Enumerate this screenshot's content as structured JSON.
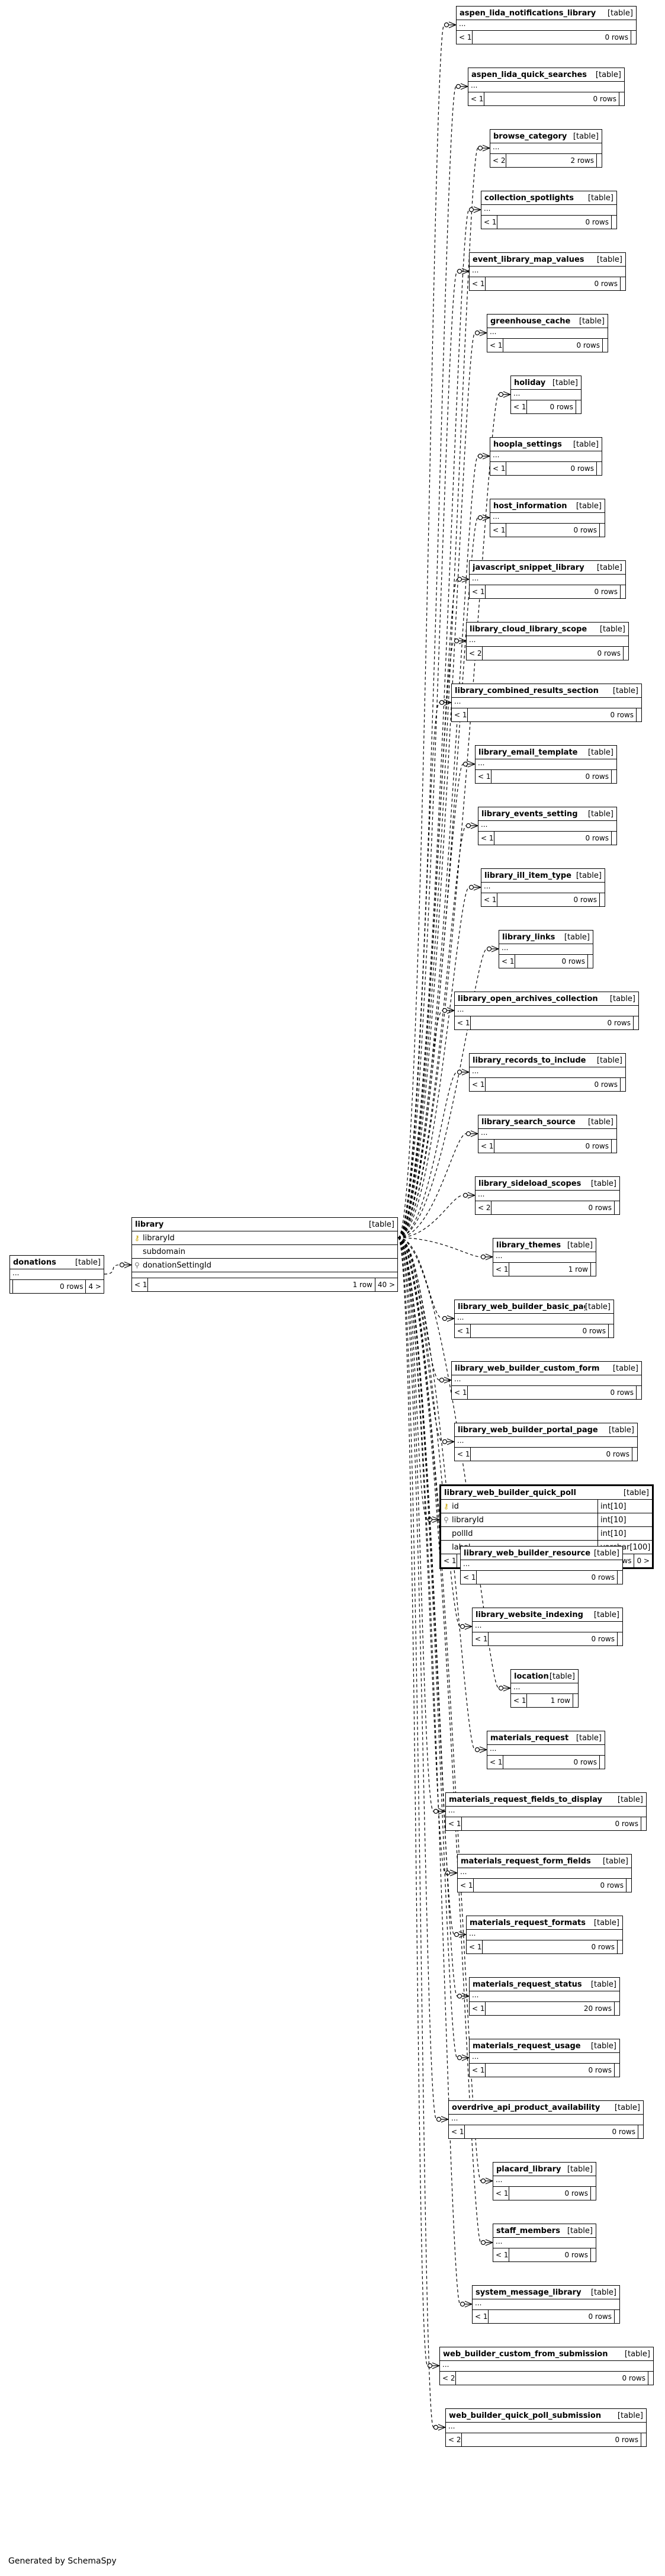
{
  "footer_text": "Generated by SchemaSpy",
  "ellipsis": "...",
  "type_label": "[table]",
  "center": {
    "name": "library",
    "type": "[table]",
    "columns": [
      {
        "name": "libraryId",
        "key": "pk"
      },
      {
        "name": "subdomain",
        "key": ""
      },
      {
        "name": "donationSettingId",
        "key": "fk"
      }
    ],
    "footer": [
      "< 1",
      "1 row",
      "40 >"
    ]
  },
  "donations": {
    "name": "donations",
    "type": "[table]",
    "footer": [
      "",
      "0 rows",
      "4 >"
    ]
  },
  "related": [
    {
      "name": "aspen_lida_notifications_library",
      "children": "< 1",
      "rows": "0 rows"
    },
    {
      "name": "aspen_lida_quick_searches",
      "children": "< 1",
      "rows": "0 rows"
    },
    {
      "name": "browse_category",
      "children": "< 2",
      "rows": "2 rows"
    },
    {
      "name": "collection_spotlights",
      "children": "< 1",
      "rows": "0 rows"
    },
    {
      "name": "event_library_map_values",
      "children": "< 1",
      "rows": "0 rows"
    },
    {
      "name": "greenhouse_cache",
      "children": "< 1",
      "rows": "0 rows"
    },
    {
      "name": "holiday",
      "children": "< 1",
      "rows": "0 rows"
    },
    {
      "name": "hoopla_settings",
      "children": "< 1",
      "rows": "0 rows"
    },
    {
      "name": "host_information",
      "children": "< 1",
      "rows": "0 rows"
    },
    {
      "name": "javascript_snippet_library",
      "children": "< 1",
      "rows": "0 rows"
    },
    {
      "name": "library_cloud_library_scope",
      "children": "< 2",
      "rows": "0 rows"
    },
    {
      "name": "library_combined_results_section",
      "children": "< 1",
      "rows": "0 rows"
    },
    {
      "name": "library_email_template",
      "children": "< 1",
      "rows": "0 rows"
    },
    {
      "name": "library_events_setting",
      "children": "< 1",
      "rows": "0 rows"
    },
    {
      "name": "library_ill_item_type",
      "children": "< 1",
      "rows": "0 rows"
    },
    {
      "name": "library_links",
      "children": "< 1",
      "rows": "0 rows"
    },
    {
      "name": "library_open_archives_collection",
      "children": "< 1",
      "rows": "0 rows"
    },
    {
      "name": "library_records_to_include",
      "children": "< 1",
      "rows": "0 rows"
    },
    {
      "name": "library_search_source",
      "children": "< 1",
      "rows": "0 rows"
    },
    {
      "name": "library_sideload_scopes",
      "children": "< 2",
      "rows": "0 rows"
    },
    {
      "name": "library_themes",
      "children": "< 1",
      "rows": "1 row"
    },
    {
      "name": "library_web_builder_basic_page",
      "children": "< 1",
      "rows": "0 rows"
    },
    {
      "name": "library_web_builder_custom_form",
      "children": "< 1",
      "rows": "0 rows"
    },
    {
      "name": "library_web_builder_portal_page",
      "children": "< 1",
      "rows": "0 rows"
    },
    {
      "name": "library_web_builder_quick_poll",
      "children": "< 1",
      "rows": "0 rows",
      "parents": "0 >",
      "columns": [
        {
          "name": "id",
          "type": "int[10]",
          "key": "pk"
        },
        {
          "name": "libraryId",
          "type": "int[10]",
          "key": "fk"
        },
        {
          "name": "pollId",
          "type": "int[10]",
          "key": ""
        },
        {
          "name": "label",
          "type": "varchar[100]",
          "key": ""
        }
      ]
    },
    {
      "name": "library_web_builder_resource",
      "children": "< 1",
      "rows": "0 rows"
    },
    {
      "name": "library_website_indexing",
      "children": "< 1",
      "rows": "0 rows"
    },
    {
      "name": "location",
      "children": "< 1",
      "rows": "1 row"
    },
    {
      "name": "materials_request",
      "children": "< 1",
      "rows": "0 rows"
    },
    {
      "name": "materials_request_fields_to_display",
      "children": "< 1",
      "rows": "0 rows"
    },
    {
      "name": "materials_request_form_fields",
      "children": "< 1",
      "rows": "0 rows"
    },
    {
      "name": "materials_request_formats",
      "children": "< 1",
      "rows": "0 rows"
    },
    {
      "name": "materials_request_status",
      "children": "< 1",
      "rows": "20 rows"
    },
    {
      "name": "materials_request_usage",
      "children": "< 1",
      "rows": "0 rows"
    },
    {
      "name": "overdrive_api_product_availability",
      "children": "< 1",
      "rows": "0 rows"
    },
    {
      "name": "placard_library",
      "children": "< 1",
      "rows": "0 rows"
    },
    {
      "name": "staff_members",
      "children": "< 1",
      "rows": "0 rows"
    },
    {
      "name": "system_message_library",
      "children": "< 1",
      "rows": "0 rows"
    },
    {
      "name": "web_builder_custom_from_submission",
      "children": "< 2",
      "rows": "0 rows"
    },
    {
      "name": "web_builder_quick_poll_submission",
      "children": "< 2",
      "rows": "0 rows"
    }
  ]
}
